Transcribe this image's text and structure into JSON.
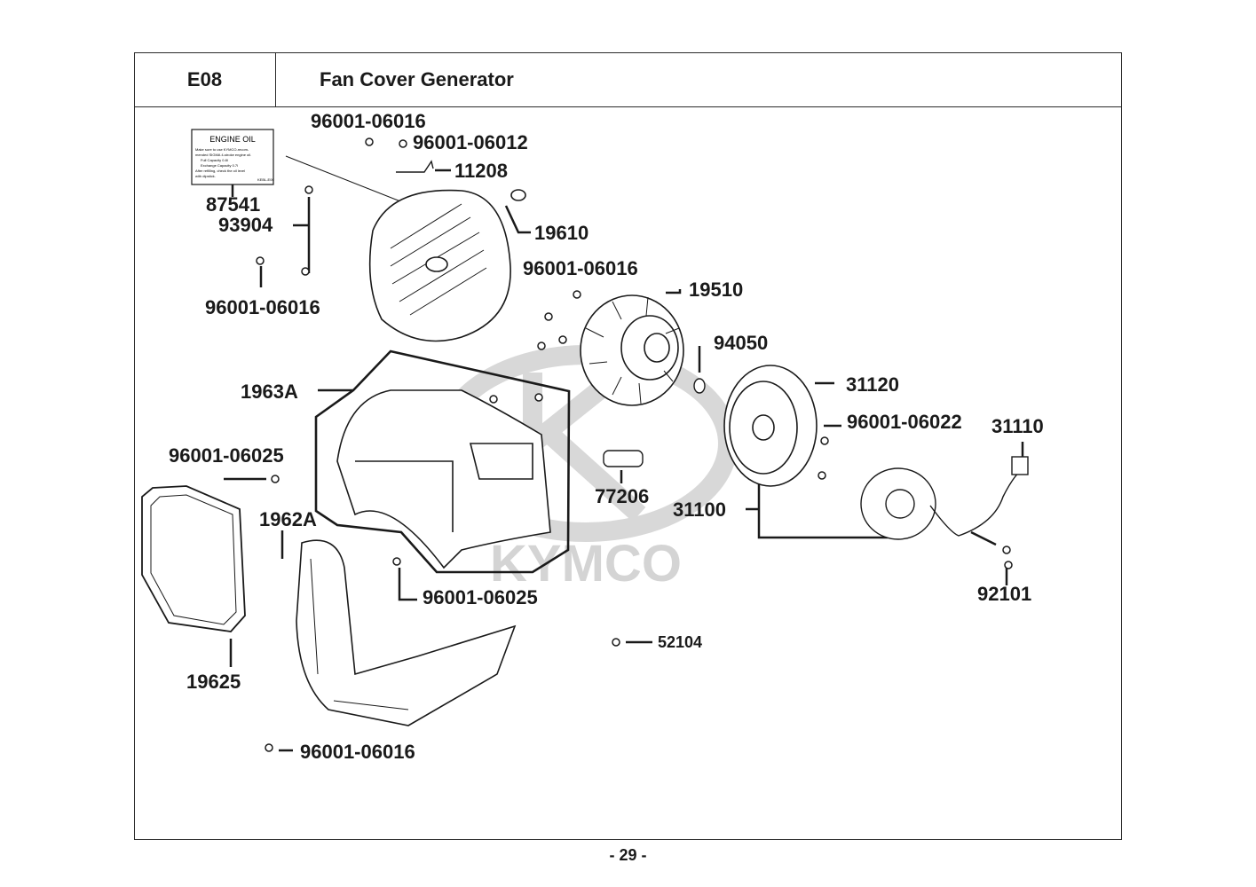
{
  "header": {
    "code": "E08",
    "title": "Fan Cover  Generator"
  },
  "engine_oil_label": {
    "title": "ENGINE OIL",
    "lines": [
      "Make sure to use KYMCO-recom-",
      "mended SIGMA 4-stroke engine oil.",
      "Full Capacity        0.8l",
      "Exchange Capacity  0.7l",
      "After refilling, check the oil level",
      "with dipstick."
    ],
    "code": "KEBL-E00"
  },
  "watermark": "KYMCO",
  "parts": {
    "p87541": "87541",
    "p93904": "93904",
    "p96001_06016_a": "96001-06016",
    "p96001_06016_top": "96001-06016",
    "p96001_06012": "96001-06012",
    "p11208": "11208",
    "p19610": "19610",
    "p96001_06016_mid": "96001-06016",
    "p19510": "19510",
    "p94050": "94050",
    "p1963A": "1963A",
    "p31120": "31120",
    "p96001_06022": "96001-06022",
    "p31110": "31110",
    "p96001_06025_a": "96001-06025",
    "p77206": "77206",
    "p31100": "31100",
    "p1962A": "1962A",
    "p96001_06025_b": "96001-06025",
    "p92101": "92101",
    "p52104": "52104",
    "p19625": "19625",
    "p96001_06016_bot": "96001-06016"
  },
  "footer": {
    "page": "- 29 -"
  },
  "colors": {
    "line": "#1a1a1a",
    "watermark": "#d0d0d0"
  }
}
